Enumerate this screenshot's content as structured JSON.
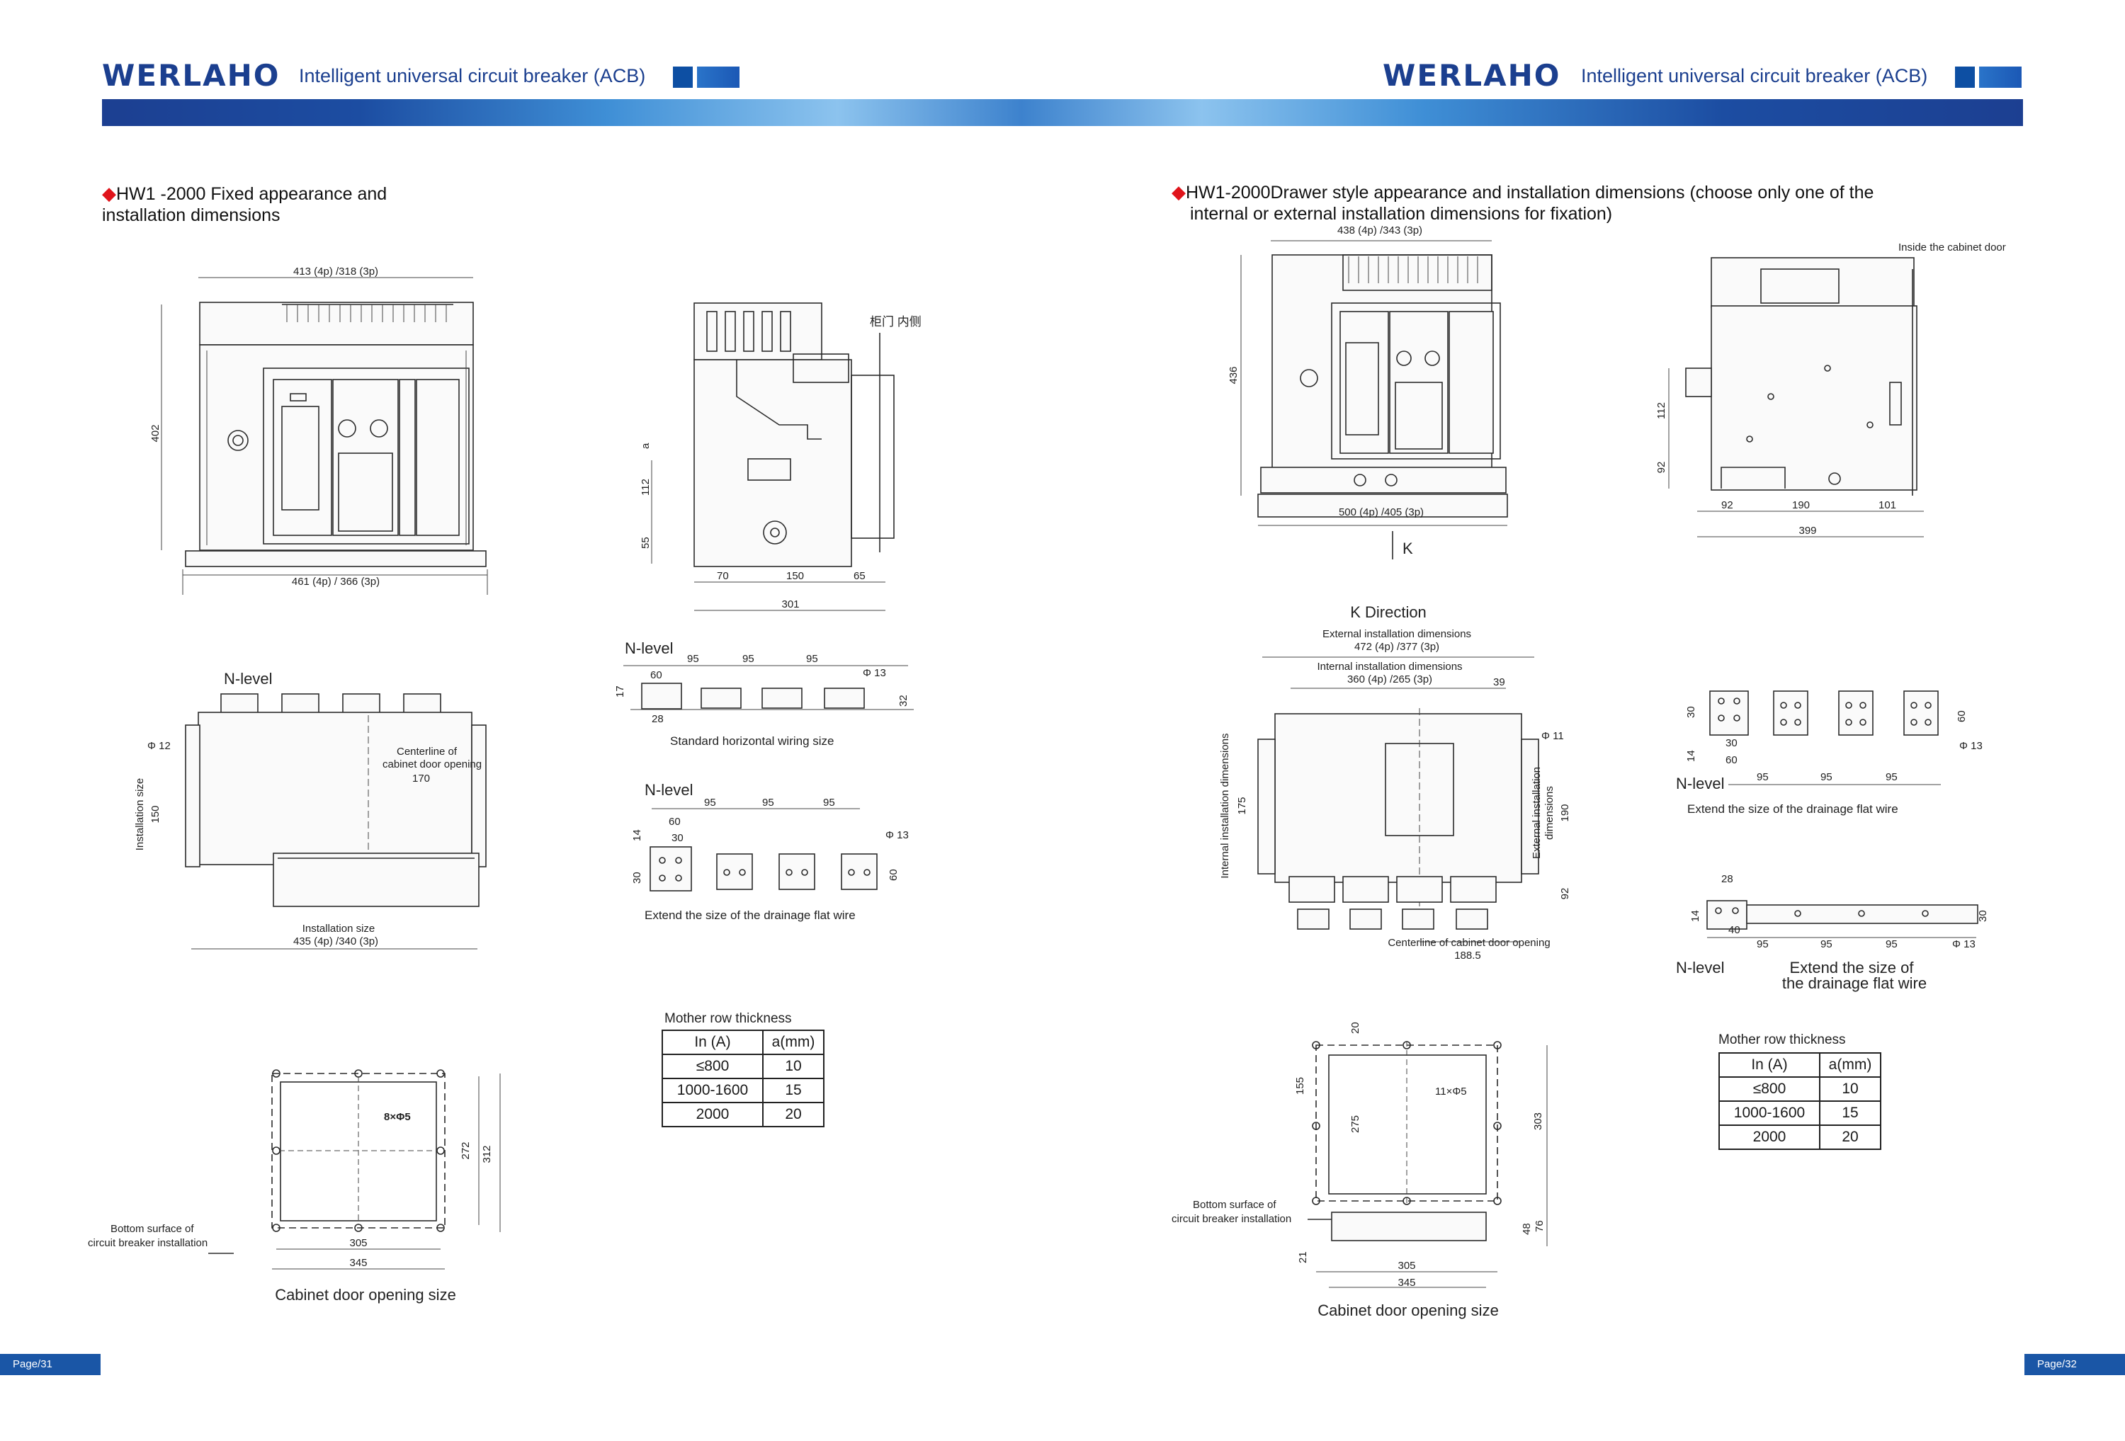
{
  "header": {
    "brand": "WERLAHO",
    "title": "Intelligent universal circuit breaker (ACB)"
  },
  "colors": {
    "brand_blue": "#1b3f8f",
    "band_blue": "#1a56a6",
    "bullet_red": "#e0141b"
  },
  "left_page": {
    "section_title_line1": "HW1 -2000 Fixed appearance and",
    "section_title_line2": "installation dimensions",
    "front": {
      "top_dim": "413 (4p) /318 (3p)",
      "height_dim": "402",
      "bottom_dim": "461 (4p) / 366 (3p)"
    },
    "side": {
      "door_label": "柜门\n内侧",
      "a": "a",
      "d112": "112",
      "d55": "55",
      "d70": "70",
      "d150": "150",
      "d65": "65",
      "d301": "301"
    },
    "bottom_view": {
      "n_level": "N-level",
      "phi12": "Φ 12",
      "install_size": "Installation size",
      "d150": "150",
      "centreline_1": "Centerline of",
      "centreline_2": "cabinet door opening",
      "centreline_val": "170",
      "install_label": "Installation size",
      "install_dim": "435 (4p) /340 (3p)"
    },
    "horiz_wiring": {
      "n_level": "N-level",
      "d95a": "95",
      "d95b": "95",
      "d95c": "95",
      "d60": "60",
      "phi13": "Φ 13",
      "d17": "17",
      "d28": "28",
      "d32": "32",
      "caption": "Standard horizontal wiring size"
    },
    "drainage": {
      "n_level": "N-level",
      "d95a": "95",
      "d95b": "95",
      "d95c": "95",
      "d60": "60",
      "d30": "30",
      "d14": "14",
      "d30b": "30",
      "phi13": "Φ 13",
      "d60b": "60",
      "caption": "Extend the size of the drainage flat wire"
    },
    "mother_row": {
      "caption": "Mother row thickness",
      "headers": [
        "In (A)",
        "a(mm)"
      ],
      "rows": [
        [
          "≤800",
          "10"
        ],
        [
          "1000-1600",
          "15"
        ],
        [
          "2000",
          "20"
        ]
      ]
    },
    "door": {
      "holes": "8×Φ5",
      "d272": "272",
      "d312": "312",
      "d305": "305",
      "d345": "345",
      "bottom_1": "Bottom surface of",
      "bottom_2": "circuit breaker installation",
      "caption": "Cabinet door opening size"
    }
  },
  "right_page": {
    "section_title_line1": "HW1-2000Drawer style appearance and installation dimensions (choose only one of the",
    "section_title_line2": "internal or external installation dimensions for fixation)",
    "front": {
      "top_dim": "438 (4p) /343 (3p)",
      "height_dim": "436",
      "bottom_dim": "500 (4p) /405 (3p)",
      "k": "K"
    },
    "side": {
      "inside_door": "Inside the cabinet door",
      "d112": "112",
      "d92": "92",
      "d92b": "92",
      "d190": "190",
      "d101": "101",
      "d399": "399"
    },
    "k_view": {
      "title": "K Direction",
      "ext_1": "External installation dimensions",
      "ext_2": "472 (4p) /377 (3p)",
      "int_1": "Internal installation dimensions",
      "int_2": "360 (4p) /265 (3p)",
      "d39": "39",
      "phi11": "Φ 11",
      "int_vert": "Internal installation dimensions",
      "d175": "175",
      "ext_vert_1": "External installation",
      "ext_vert_2": "dimensions",
      "d190": "190",
      "d92": "92",
      "centreline": "Centerline of cabinet door opening",
      "d1885": "188.5"
    },
    "drainage_vert": {
      "d30": "30",
      "d14": "14",
      "d30b": "30",
      "d60": "60",
      "n_level": "N-level",
      "d95a": "95",
      "d95b": "95",
      "d95c": "95",
      "d60b": "60",
      "phi13": "Φ 13",
      "caption": "Extend the size of the drainage flat wire"
    },
    "drainage_horiz": {
      "d28": "28",
      "d14": "14",
      "d40": "40",
      "d95a": "95",
      "d95b": "95",
      "d95c": "95",
      "phi13": "Φ 13",
      "d30": "30",
      "n_level": "N-level",
      "caption_1": "Extend the size of",
      "caption_2": "the drainage flat wire"
    },
    "mother_row": {
      "caption": "Mother row thickness",
      "headers": [
        "In (A)",
        "a(mm)"
      ],
      "rows": [
        [
          "≤800",
          "10"
        ],
        [
          "1000-1600",
          "15"
        ],
        [
          "2000",
          "20"
        ]
      ]
    },
    "door": {
      "holes": "11×Φ5",
      "d20": "20",
      "d155": "155",
      "d275": "275",
      "d303": "303",
      "d48": "48",
      "d76": "76",
      "d21": "21",
      "d305": "305",
      "d345": "345",
      "bottom_1": "Bottom surface of",
      "bottom_2": "circuit breaker installation",
      "caption": "Cabinet door opening size"
    }
  },
  "footer": {
    "left_page": "Page/31",
    "right_page": "Page/32"
  }
}
